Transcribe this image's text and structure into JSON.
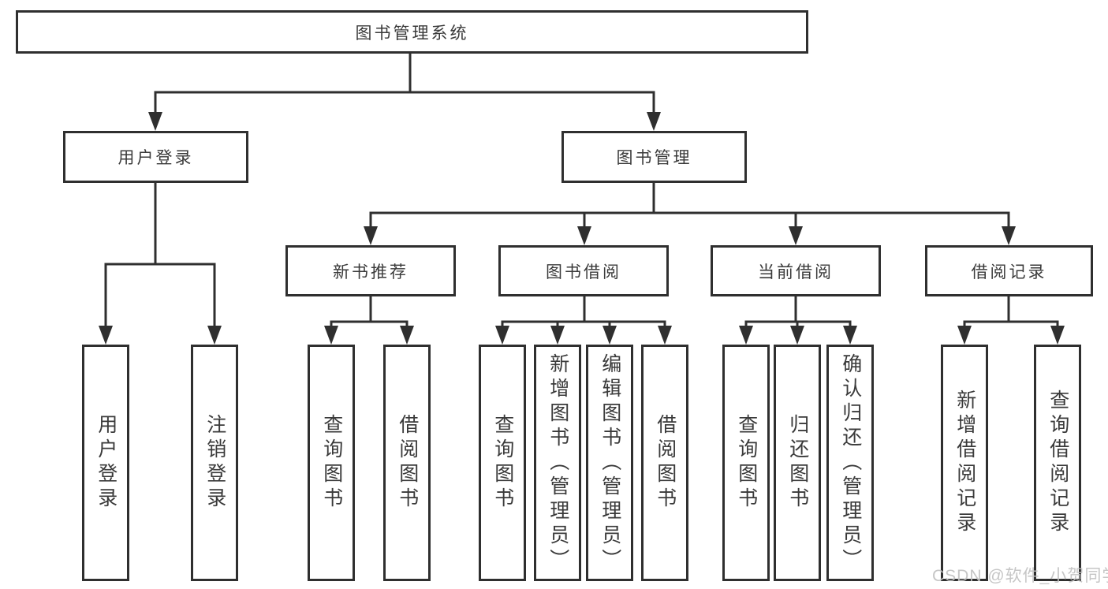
{
  "diagram": {
    "root": {
      "label": "图书管理系统"
    },
    "branches": [
      {
        "label": "用户登录",
        "children": [
          {
            "label": "用户登录"
          },
          {
            "label": "注销登录"
          }
        ]
      },
      {
        "label": "图书管理",
        "sections": [
          {
            "label": "新书推荐",
            "children": [
              {
                "label": "查询图书"
              },
              {
                "label": "借阅图书"
              }
            ]
          },
          {
            "label": "图书借阅",
            "children": [
              {
                "label": "查询图书"
              },
              {
                "label": "新增图书（管理员）"
              },
              {
                "label": "编辑图书（管理员）"
              },
              {
                "label": "借阅图书"
              }
            ]
          },
          {
            "label": "当前借阅",
            "children": [
              {
                "label": "查询图书"
              },
              {
                "label": "归还图书"
              },
              {
                "label": "确认归还（管理员）"
              }
            ]
          },
          {
            "label": "借阅记录",
            "children": [
              {
                "label": "新增借阅记录"
              },
              {
                "label": "查询借阅记录"
              }
            ]
          }
        ]
      }
    ]
  },
  "watermark": {
    "text": "CSDN @软件_小贺同学"
  },
  "colors": {
    "line": "#2f2f2f",
    "box_border": "#2f2f2f",
    "text": "#3a3a3a",
    "background": "#ffffff",
    "watermark": "#c1c1c1"
  }
}
